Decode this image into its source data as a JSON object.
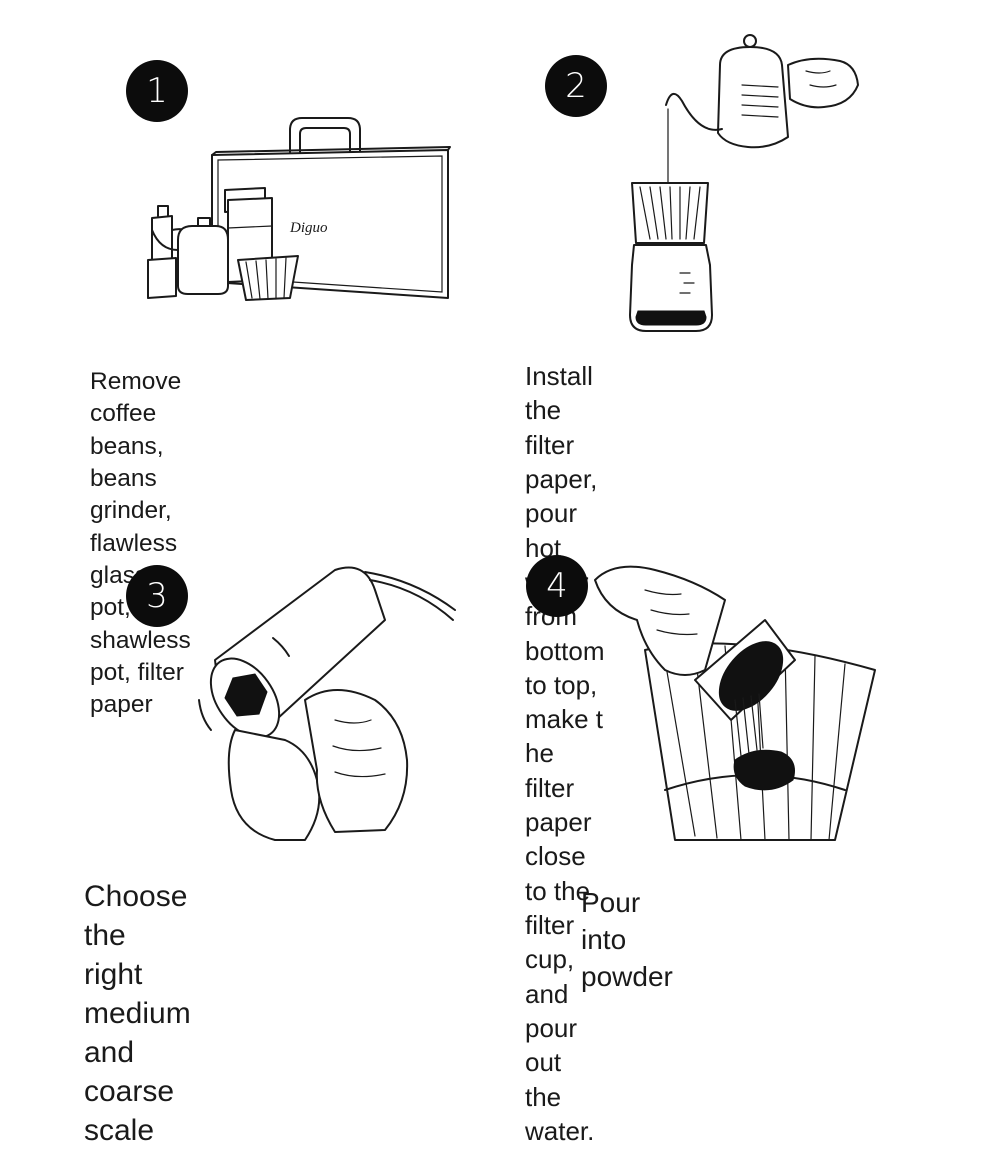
{
  "steps": [
    {
      "number": "1",
      "caption_lines": [
        "Remove coffee beans, beans",
        "grinder, flawless glass pot,",
        "shawless pot, filter paper"
      ],
      "brand_logo_text": "Diguo"
    },
    {
      "number": "2",
      "caption_lines": [
        "Install the filter paper, pour hot",
        "water from bottom to top, make t",
        "he filter paper close to the filter",
        "cup, and pour out the water."
      ]
    },
    {
      "number": "3",
      "caption_lines": [
        "Choose the right medium",
        "and coarse scale"
      ]
    },
    {
      "number": "4",
      "caption_lines": [
        "Pour into powder"
      ]
    }
  ]
}
